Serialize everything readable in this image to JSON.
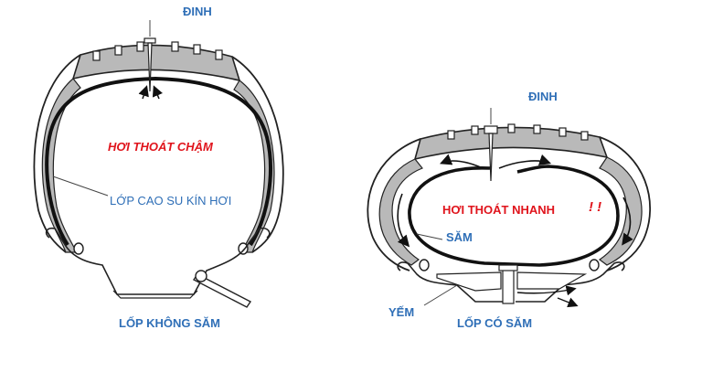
{
  "left_diagram": {
    "nail_label": "ĐINH",
    "slow_leak_label": "HƠI THOÁT CHẬM",
    "liner_label": "LỚP CAO SU KÍN HƠI",
    "caption": "LỐP KHÔNG SĂM"
  },
  "right_diagram": {
    "nail_label": "ĐINH",
    "fast_leak_label": "HƠI THOÁT NHANH",
    "exclaim": "! !",
    "tube_label": "SĂM",
    "flap_label": "YẾM",
    "caption": "LỐP CÓ SĂM"
  },
  "colors": {
    "label_blue": "#2f6fb7",
    "label_red": "#e0141c",
    "tread_gray": "#b9b9b9",
    "line_black": "#111111"
  }
}
